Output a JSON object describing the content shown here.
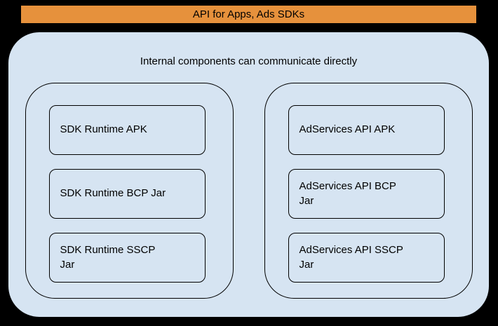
{
  "colors": {
    "background": "#000000",
    "banner_fill": "#e6913c",
    "panel_fill": "#d6e4f2",
    "border": "#000000"
  },
  "banner": {
    "label": "API for Apps, Ads SDKs"
  },
  "panel": {
    "title": "Internal components can communicate directly",
    "groups": [
      {
        "name": "sdk-runtime",
        "items": [
          "SDK Runtime APK",
          "SDK Runtime BCP Jar",
          "SDK Runtime SSCP\nJar"
        ]
      },
      {
        "name": "adservices-api",
        "items": [
          "AdServices API APK",
          "AdServices API BCP\nJar",
          "AdServices API SSCP\nJar"
        ]
      }
    ]
  }
}
